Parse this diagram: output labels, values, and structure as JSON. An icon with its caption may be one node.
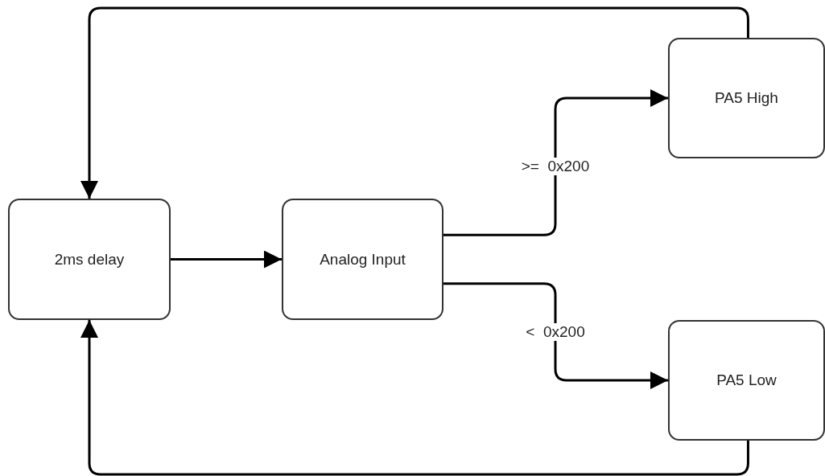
{
  "diagram": {
    "nodes": [
      {
        "text": [
          "2ms delay"
        ]
      },
      {
        "text": [
          "Analog Input"
        ]
      },
      {
        "text": [
          "PA5 High"
        ]
      },
      {
        "text": [
          "PA5 Low"
        ]
      }
    ],
    "edges": [
      {
        "from": 0,
        "to": 1,
        "arrow": "to"
      },
      {
        "from": 1,
        "to": 2,
        "arrow": "to",
        "label": ">=  0x200"
      },
      {
        "from": 1,
        "to": 3,
        "arrow": "to",
        "label": "<  0x200"
      },
      {
        "from": 2,
        "to": 0,
        "arrow": "to"
      },
      {
        "from": 3,
        "to": 0,
        "arrow": "to"
      }
    ]
  }
}
